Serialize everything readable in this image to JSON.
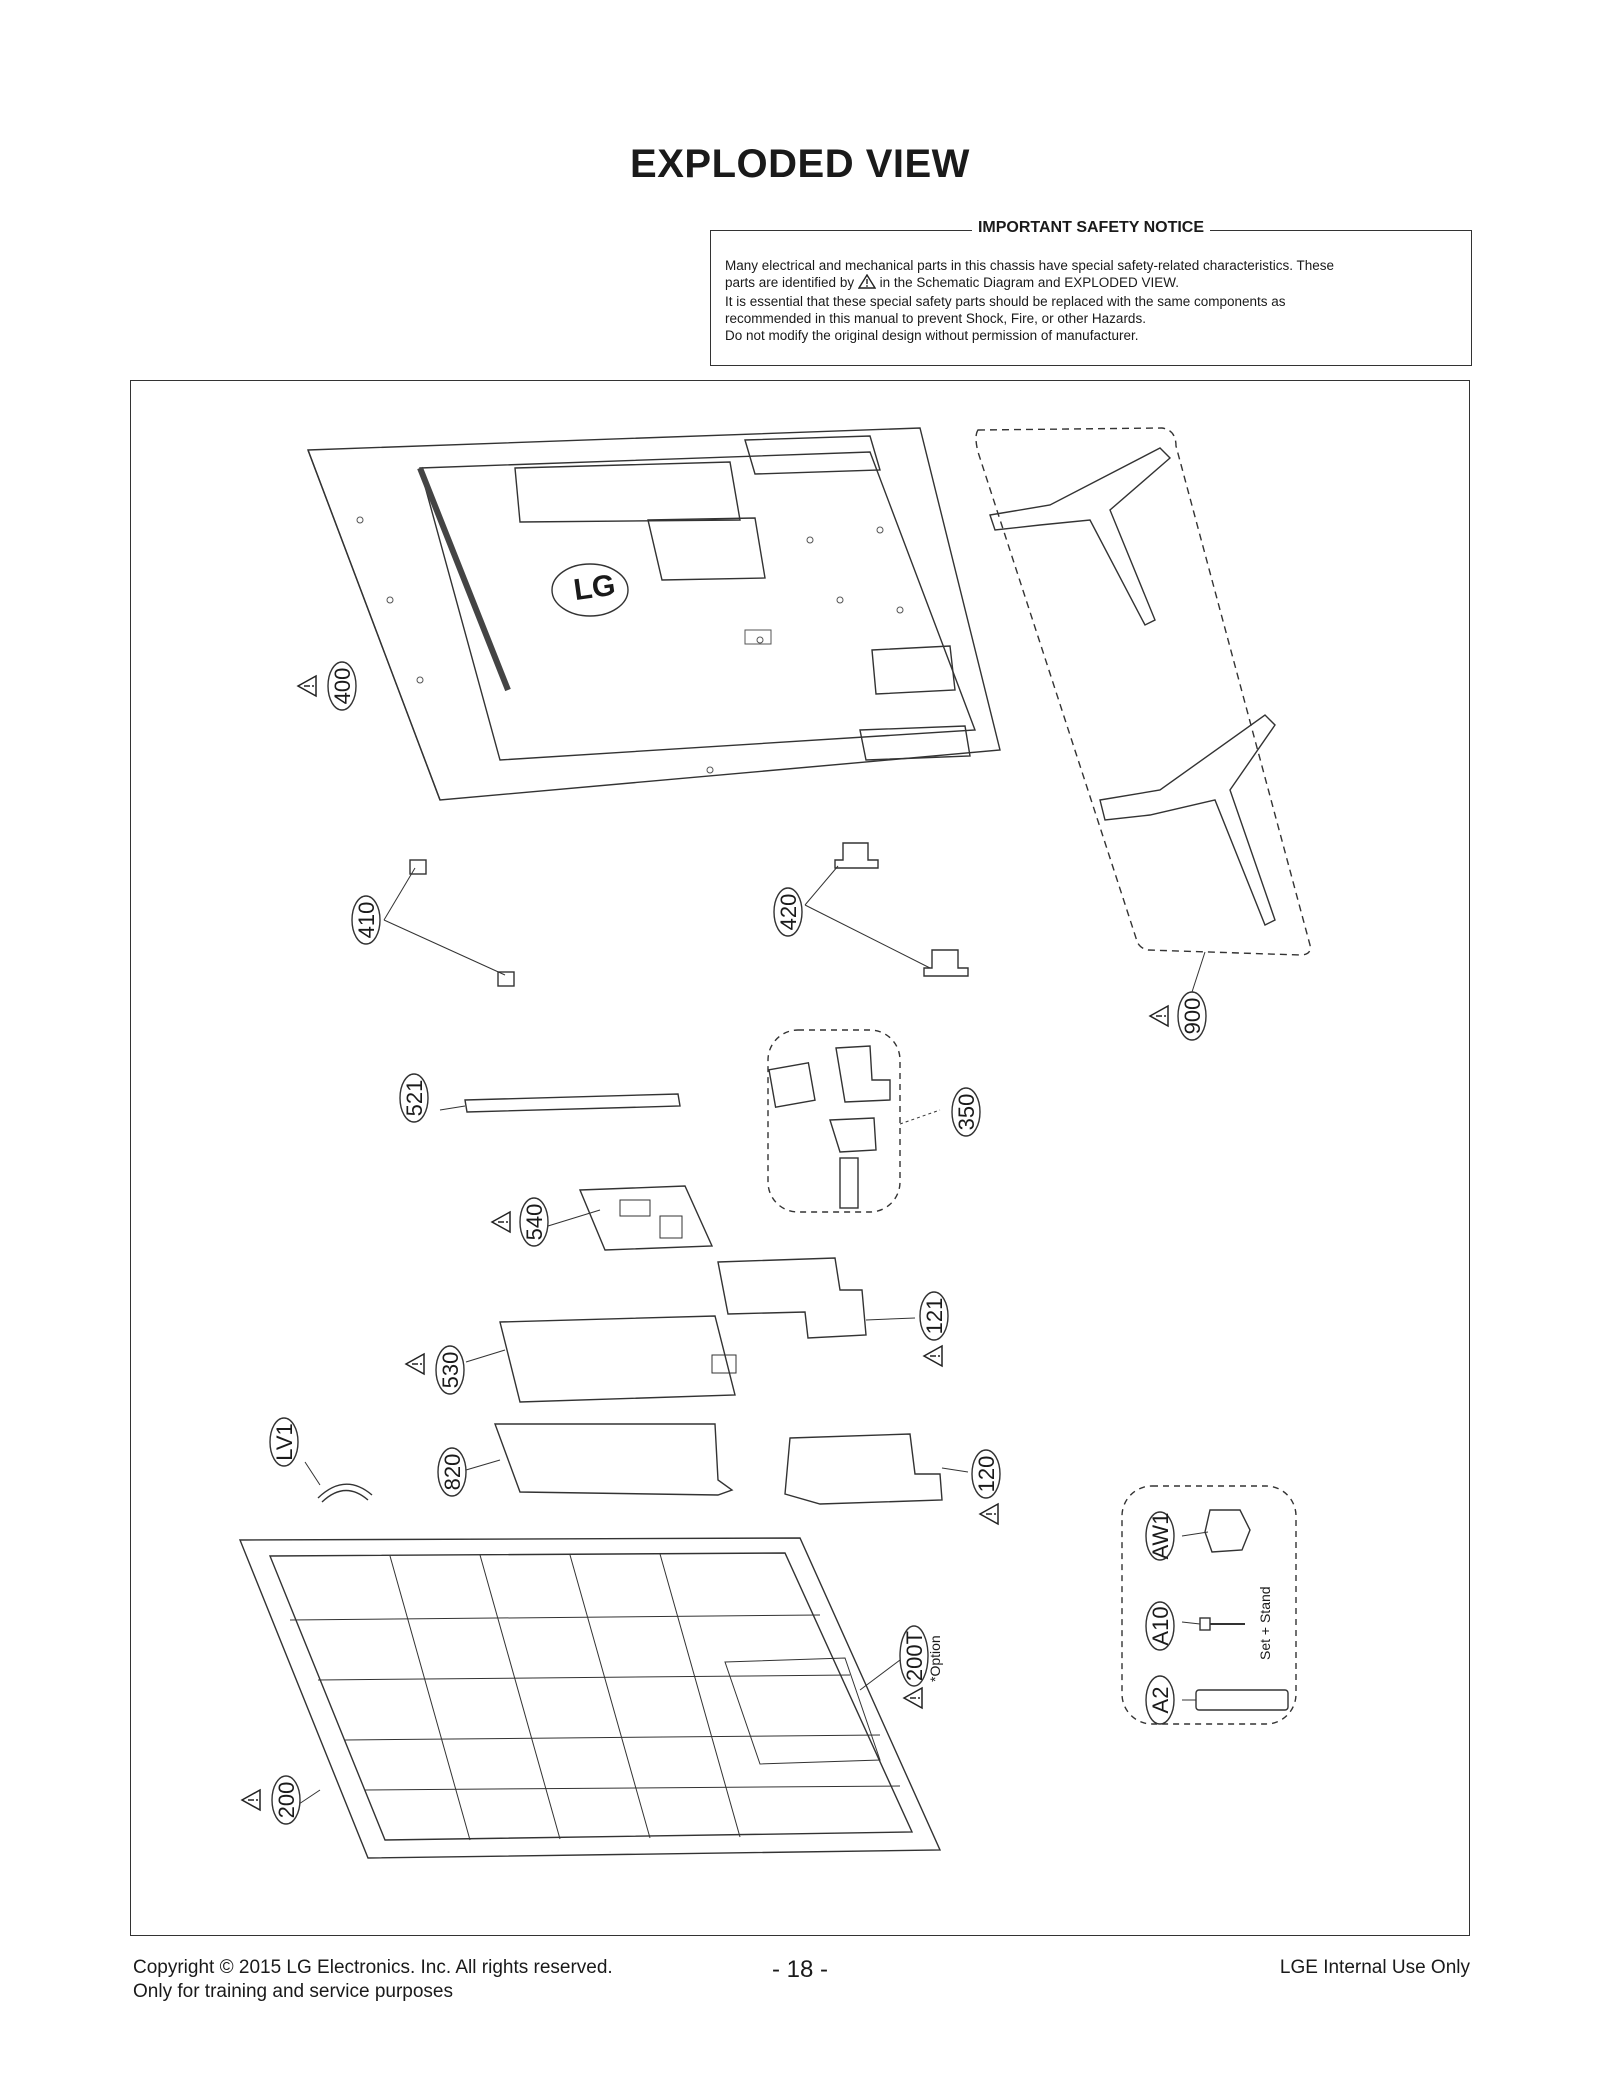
{
  "page": {
    "title": "EXPLODED VIEW",
    "page_number": "- 18 -"
  },
  "notice": {
    "heading": "IMPORTANT SAFETY NOTICE",
    "line1": "Many electrical and mechanical parts in this chassis have special safety-related characteristics. These",
    "line2_pre": "parts are identified by",
    "line2_post": "in the Schematic Diagram and EXPLODED VIEW.",
    "line3": "It is essential that these special safety parts should be replaced with the same components as",
    "line4": "recommended in this manual to prevent Shock, Fire, or other Hazards.",
    "line5": "Do not modify the original design without permission of manufacturer."
  },
  "callouts": {
    "c400": "400",
    "c410": "410",
    "c420": "420",
    "c900": "900",
    "c521": "521",
    "c350": "350",
    "c540": "540",
    "c121": "121",
    "c530": "530",
    "cLV1": "LV1",
    "c820": "820",
    "c120": "120",
    "c200T": "200T",
    "c200": "200",
    "cAW1": "AW1",
    "cA10": "A10",
    "cA2": "A2"
  },
  "labels": {
    "option": "*Option",
    "set_stand": "Set + Stand",
    "brand": "LG"
  },
  "footer": {
    "copyright": "Copyright  © 2015 LG Electronics. Inc. All rights reserved.",
    "training": "Only for training and service purposes",
    "internal": "LGE Internal Use Only"
  }
}
